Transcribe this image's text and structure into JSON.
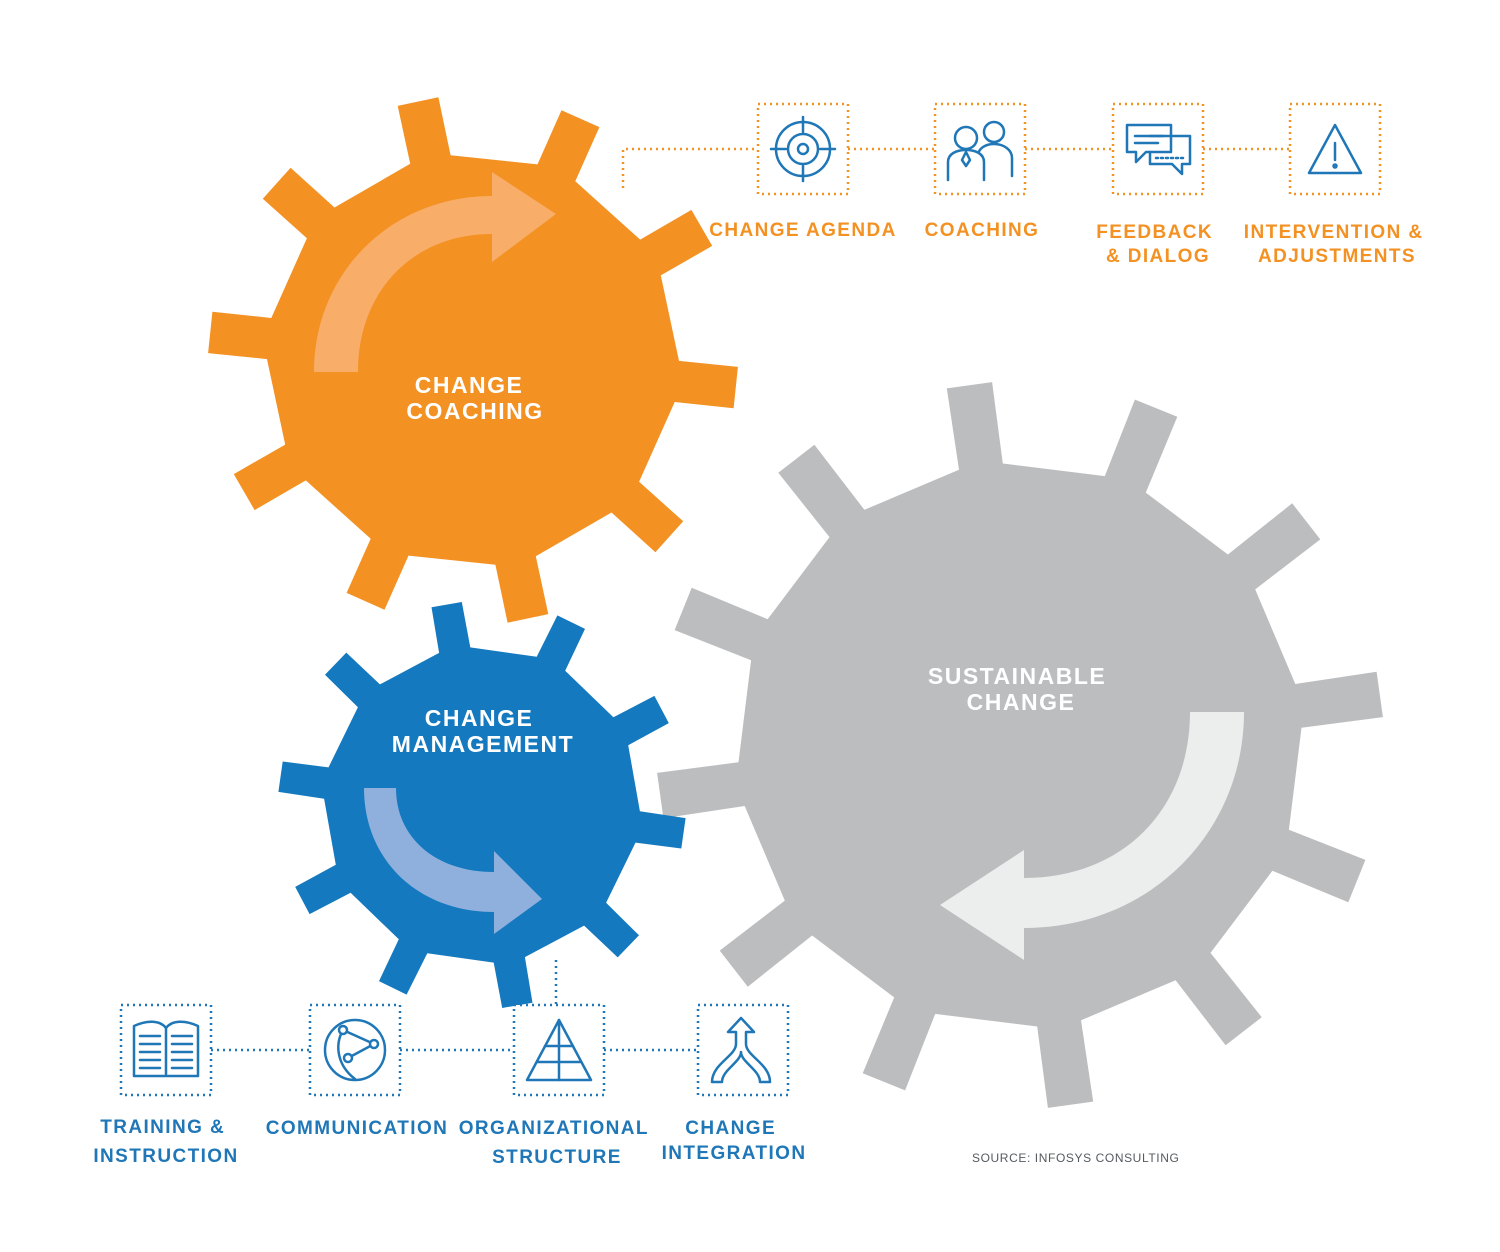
{
  "colors": {
    "orange": "#f39123",
    "orange_light": "#f8ad68",
    "blue": "#1479be",
    "blue_light": "#8fb0dc",
    "blue_icon": "#1f77b7",
    "gray": "#bcbdbf",
    "gray_light": "#eceded"
  },
  "gears": {
    "coaching": {
      "line1": "CHANGE",
      "line2": "COACHING"
    },
    "management": {
      "line1": "CHANGE",
      "line2": "MANAGEMENT"
    },
    "sustainable": {
      "line1": "SUSTAINABLE",
      "line2": "CHANGE"
    }
  },
  "coaching_items": [
    {
      "icon": "target-icon",
      "line1": "CHANGE AGENDA",
      "line2": ""
    },
    {
      "icon": "people-icon",
      "line1": "COACHING",
      "line2": ""
    },
    {
      "icon": "chat-bubbles-icon",
      "line1": "FEEDBACK",
      "line2": "& DIALOG"
    },
    {
      "icon": "warning-icon",
      "line1": "INTERVENTION &",
      "line2": "ADJUSTMENTS"
    }
  ],
  "management_items": [
    {
      "icon": "book-icon",
      "line1": "TRAINING &",
      "line2": "INSTRUCTION"
    },
    {
      "icon": "network-globe-icon",
      "line1": "COMMUNICATION",
      "line2": ""
    },
    {
      "icon": "pyramid-icon",
      "line1": "ORGANIZATIONAL",
      "line2": "STRUCTURE"
    },
    {
      "icon": "merge-arrow-icon",
      "line1": "CHANGE",
      "line2": "INTEGRATION"
    }
  ],
  "source": "SOURCE: INFOSYS CONSULTING"
}
